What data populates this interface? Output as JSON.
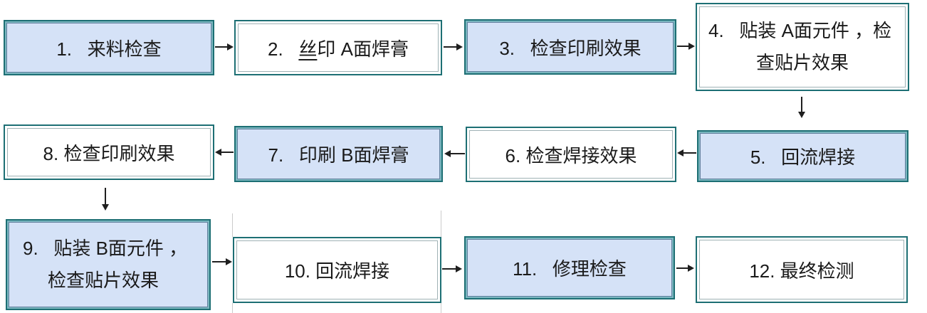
{
  "diagram": {
    "type": "flowchart",
    "nodes": [
      {
        "step": 1,
        "label": "1.   来料检查",
        "fill": "blue"
      },
      {
        "step": 2,
        "label_prefix": "2.   ",
        "label_underlined": "丝",
        "label_rest": "印 A面焊膏",
        "fill": "white"
      },
      {
        "step": 3,
        "label": "3.   检查印刷效果",
        "fill": "blue"
      },
      {
        "step": 4,
        "line1": "4.   贴装 A面元件 ，检",
        "line2": "查贴片效果",
        "fill": "white"
      },
      {
        "step": 5,
        "label": "5.   回流焊接",
        "fill": "blue"
      },
      {
        "step": 6,
        "label": "6. 检查焊接效果",
        "fill": "white"
      },
      {
        "step": 7,
        "label": "7.   印刷 B面焊膏",
        "fill": "blue"
      },
      {
        "step": 8,
        "label": "8. 检查印刷效果",
        "fill": "white"
      },
      {
        "step": 9,
        "line1": "9.   贴装 B面元件 ，",
        "line2": "检查贴片效果",
        "fill": "blue"
      },
      {
        "step": 10,
        "label": "10. 回流焊接",
        "fill": "white"
      },
      {
        "step": 11,
        "label": "11.   修理检查",
        "fill": "blue"
      },
      {
        "step": 12,
        "label": "12. 最终检测",
        "fill": "white"
      }
    ],
    "edges": [
      {
        "from": 1,
        "to": 2,
        "direction": "right"
      },
      {
        "from": 2,
        "to": 3,
        "direction": "right"
      },
      {
        "from": 3,
        "to": 4,
        "direction": "right"
      },
      {
        "from": 4,
        "to": 5,
        "direction": "down"
      },
      {
        "from": 5,
        "to": 6,
        "direction": "left"
      },
      {
        "from": 6,
        "to": 7,
        "direction": "left"
      },
      {
        "from": 7,
        "to": 8,
        "direction": "left"
      },
      {
        "from": 8,
        "to": 9,
        "direction": "down"
      },
      {
        "from": 9,
        "to": 10,
        "direction": "right"
      },
      {
        "from": 10,
        "to": 11,
        "direction": "right"
      },
      {
        "from": 11,
        "to": 12,
        "direction": "right"
      }
    ],
    "colors": {
      "box_fill_blue": "#d5e2f7",
      "box_fill_white": "#ffffff",
      "border_teal": "#1d6f74",
      "border_inner_teal": "#7ab6bf",
      "border_inner_navy": "#64809f",
      "border_inner_gray": "#9fb2b5",
      "arrow": "#1f1f1f",
      "text": "#1a1a1a",
      "faint_line": "#cbcbcb"
    }
  }
}
